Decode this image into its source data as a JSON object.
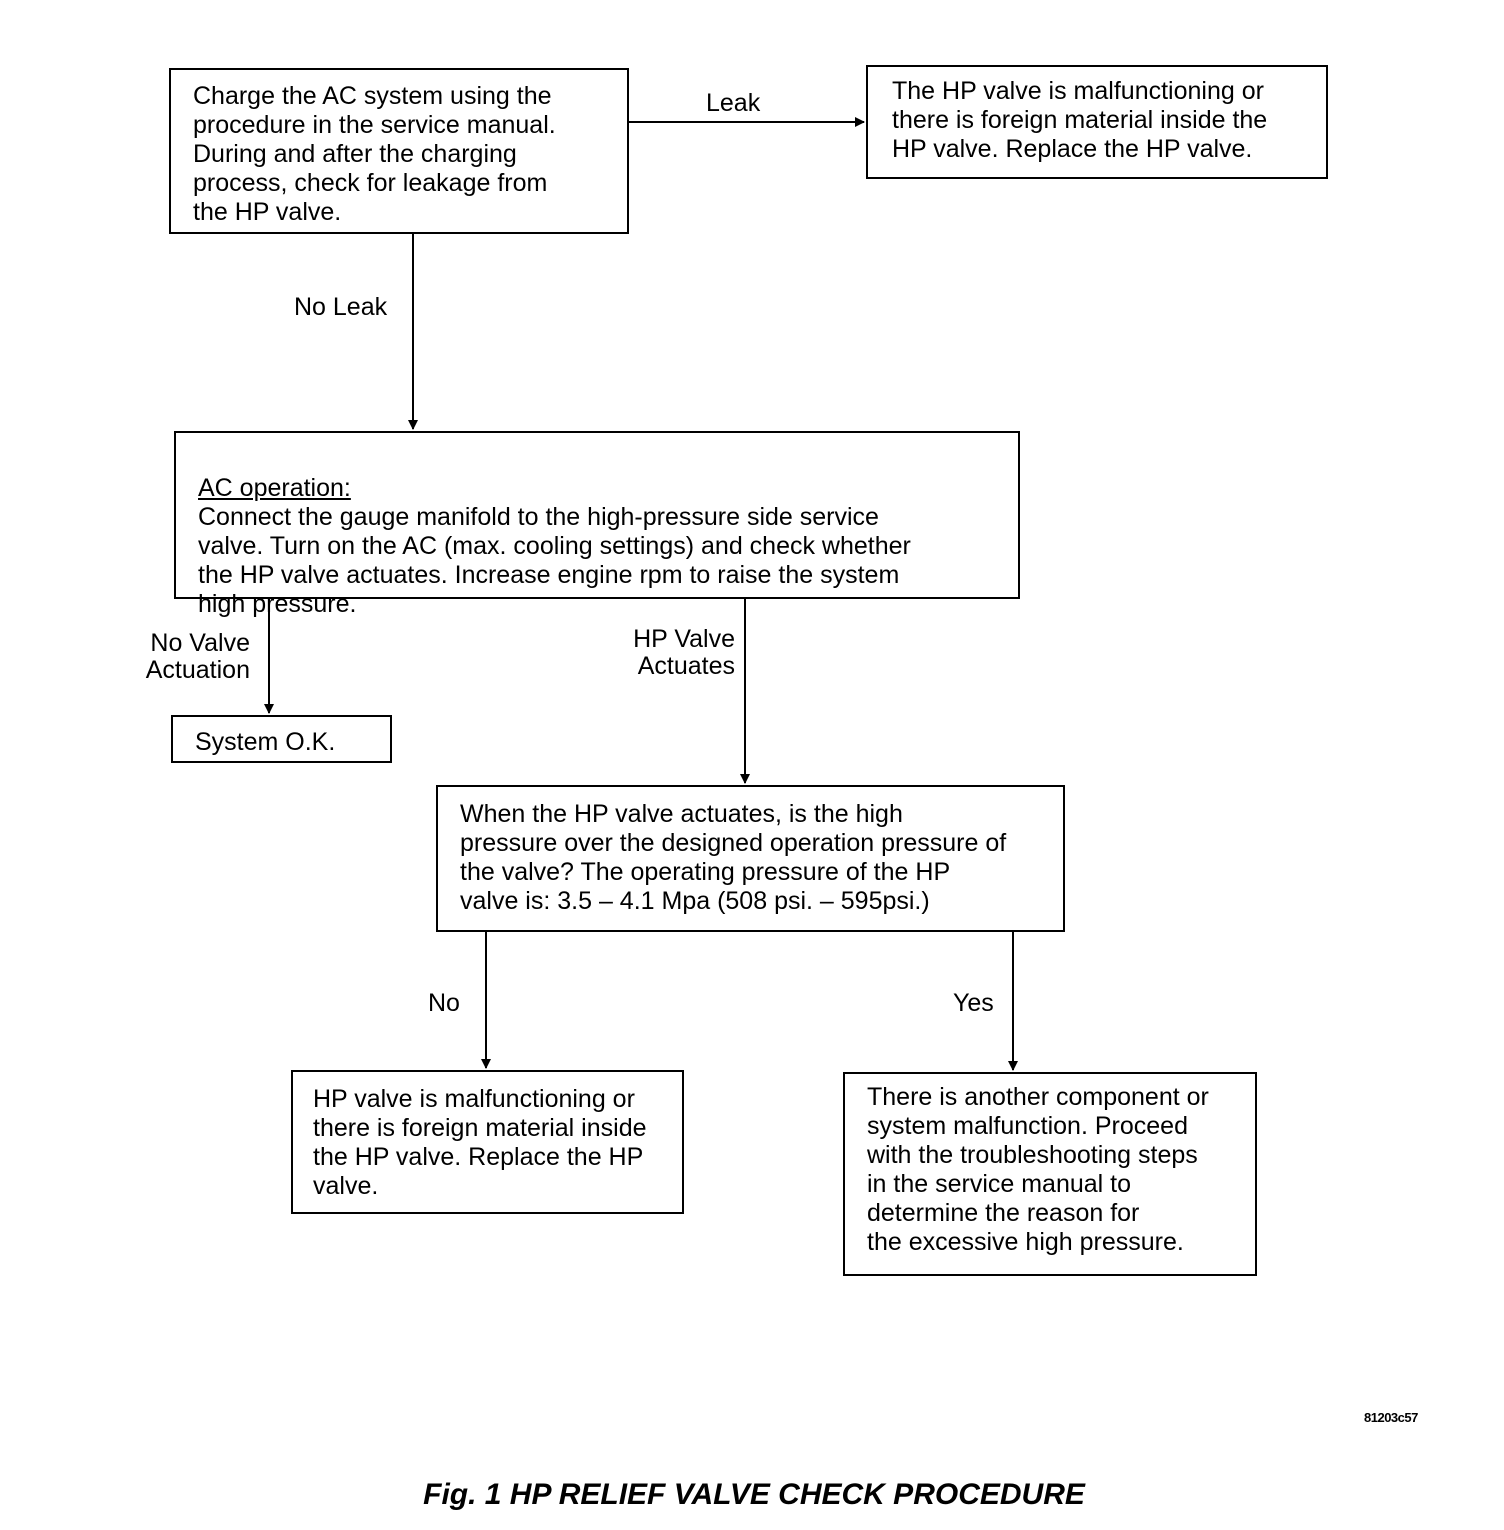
{
  "boxes": {
    "charge": "Charge the AC system using the\nprocedure in the service manual.\nDuring and after the charging\nprocess, check for leakage from\nthe HP valve.",
    "leak_result": "The HP valve is malfunctioning or\nthere is foreign material inside the\nHP valve. Replace the HP valve.",
    "ac_heading": "AC operation:",
    "ac_body": "Connect the gauge manifold to the high-pressure side service\nvalve. Turn on the AC (max. cooling settings) and check whether\nthe HP valve actuates. Increase engine rpm to raise the system\nhigh pressure.",
    "system_ok": "System O.K.",
    "question": "When the HP valve actuates, is the high\npressure over the designed operation pressure of\nthe valve? The operating pressure of the HP\nvalve is: 3.5 – 4.1 Mpa (508 psi. – 595psi.)",
    "replace": "HP valve is malfunctioning or\nthere is foreign material inside\nthe HP valve. Replace the HP\nvalve.",
    "other": "There is another component or\nsystem malfunction. Proceed\nwith the  troubleshooting steps\nin the service manual to\ndetermine the reason for\nthe excessive high pressure."
  },
  "labels": {
    "leak": "Leak",
    "no_leak": "No Leak",
    "no_valve_actuation": "No Valve\nActuation",
    "hp_valve_actuates": "HP Valve\nActuates",
    "no": "No",
    "yes": "Yes"
  },
  "figure_id": "81203c57",
  "caption": "Fig.  1 HP RELIEF VALVE CHECK PROCEDURE"
}
